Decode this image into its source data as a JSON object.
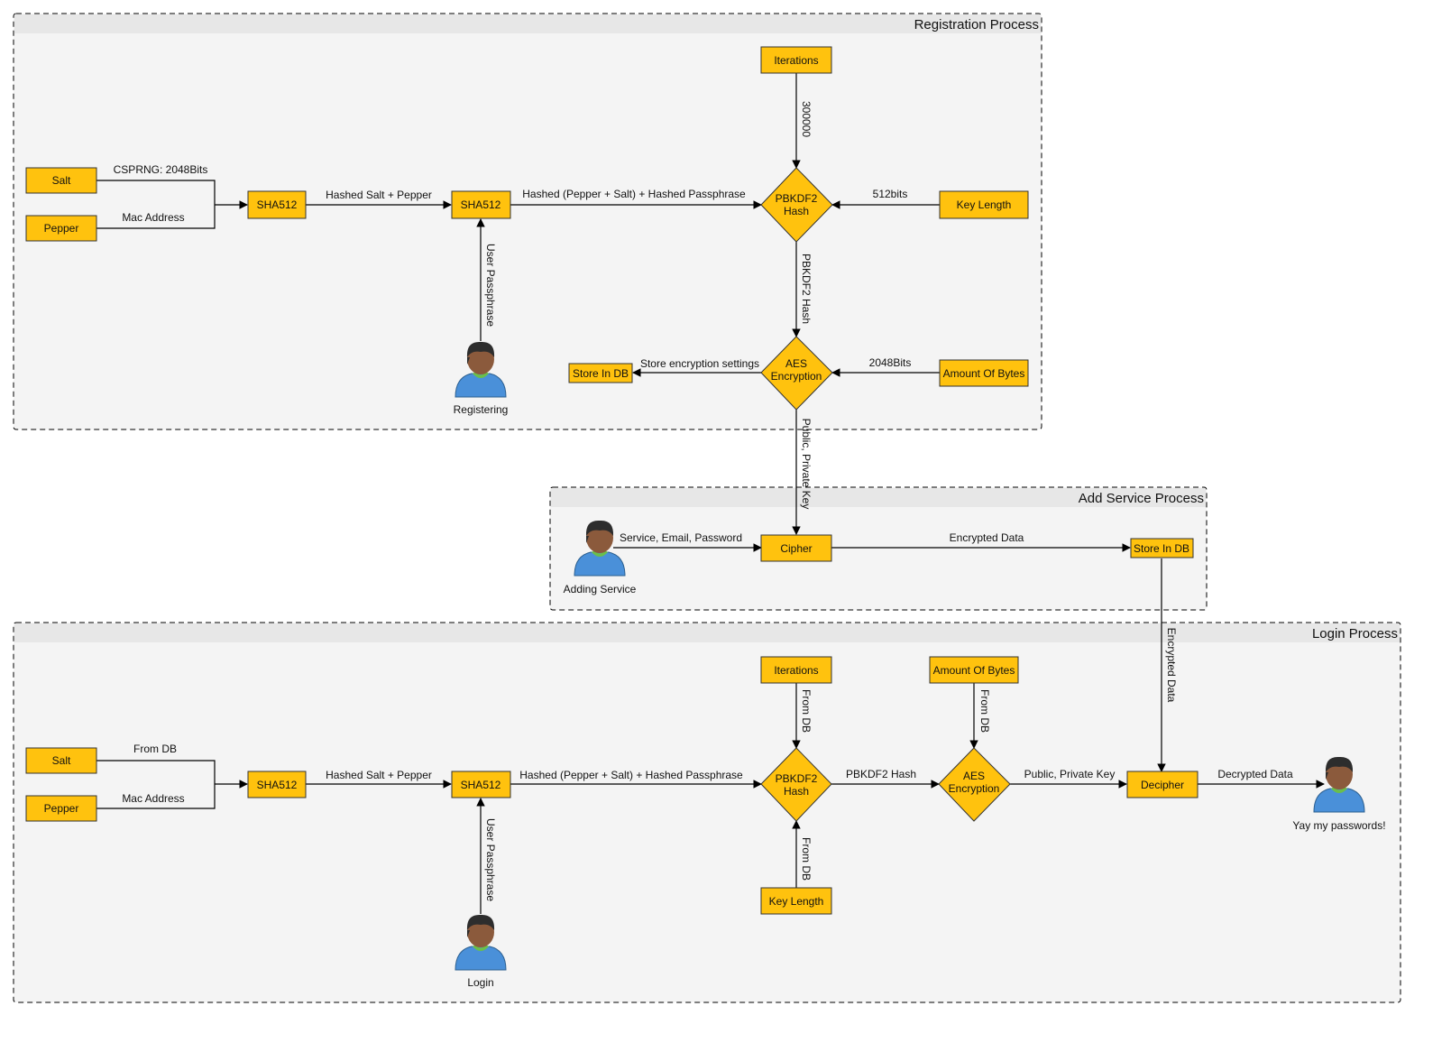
{
  "lanes": {
    "registration": "Registration Process",
    "add_service": "Add Service Process",
    "login": "Login Process"
  },
  "nodes": {
    "reg_salt": "Salt",
    "reg_pepper": "Pepper",
    "reg_sha1": "SHA512",
    "reg_sha2": "SHA512",
    "reg_iterations": "Iterations",
    "reg_pbkdf2": [
      "PBKDF2",
      "Hash"
    ],
    "reg_keylength": "Key Length",
    "reg_aes": [
      "AES",
      "Encryption"
    ],
    "reg_amount": "Amount Of Bytes",
    "reg_store": "Store In DB",
    "add_cipher": "Cipher",
    "add_store": "Store In DB",
    "login_salt": "Salt",
    "login_pepper": "Pepper",
    "login_sha1": "SHA512",
    "login_sha2": "SHA512",
    "login_iterations": "Iterations",
    "login_amount": "Amount Of Bytes",
    "login_pbkdf2": [
      "PBKDF2",
      "Hash"
    ],
    "login_aes": [
      "AES",
      "Encryption"
    ],
    "login_decipher": "Decipher",
    "login_keylength": "Key Length"
  },
  "people": {
    "registering": "Registering",
    "adding_service": "Adding Service",
    "login": "Login",
    "yay": "Yay my passwords!"
  },
  "edges": {
    "reg_csprng": "CSPRNG: 2048Bits",
    "reg_mac": "Mac Address",
    "reg_hashed_salt_pepper": "Hashed Salt + Pepper",
    "reg_hashed_combo": "Hashed (Pepper + Salt) + Hashed Passphrase",
    "reg_user_passphrase": "User Passphrase",
    "reg_300000": "300000",
    "reg_512bits": "512bits",
    "reg_pbkdf2_hash": "PBKDF2 Hash",
    "reg_2048bits": "2048Bits",
    "reg_store_settings": "Store encryption settings",
    "reg_public_private": "Public, Private Key",
    "add_service_email_pw": "Service, Email, Password",
    "add_encrypted_data": "Encrypted Data",
    "add_encrypted_data_down": "Encrypted Data",
    "login_from_db_salt": "From DB",
    "login_mac": "Mac Address",
    "login_hashed_salt_pepper": "Hashed Salt + Pepper",
    "login_hashed_combo": "Hashed (Pepper + Salt) + Hashed Passphrase",
    "login_user_passphrase": "User Passphrase",
    "login_from_db_iter": "From DB",
    "login_from_db_amount": "From DB",
    "login_from_db_key": "From DB",
    "login_pbkdf2_hash": "PBKDF2 Hash",
    "login_public_private": "Public, Private Key",
    "login_decrypted": "Decrypted Data"
  },
  "colors": {
    "node_fill": "#ffc20e",
    "lane_fill": "#f4f4f4",
    "person_body": "#4a90d9",
    "person_skin": "#8b5a3c",
    "person_hair": "#2d2d2d"
  }
}
